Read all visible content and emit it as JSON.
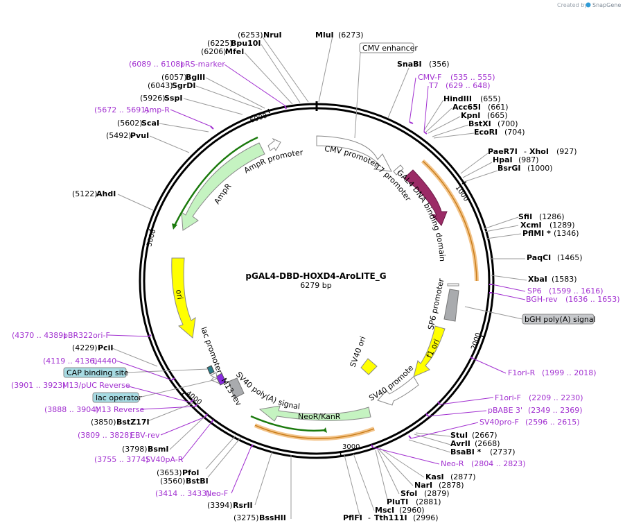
{
  "credit": {
    "prefix": "Created by",
    "brand": "SnapGene"
  },
  "plasmid": {
    "name": "pGAL4-DBD-HOXD4-AroLITE_G",
    "size_label": "6279 bp"
  },
  "ticks": [
    "1000",
    "2000",
    "3000",
    "4000",
    "5000",
    "6000"
  ],
  "features": [
    {
      "id": "cmv-promoter",
      "label": "CMV promoter"
    },
    {
      "id": "t7-promoter",
      "label": "T7 promoter"
    },
    {
      "id": "gal4-dbd",
      "label": "GAL4 DNA binding domain"
    },
    {
      "id": "sp6-promoter",
      "label": "SP6 promoter"
    },
    {
      "id": "f1-ori",
      "label": "f1 ori"
    },
    {
      "id": "sv40-promoter",
      "label": "SV40 promoter"
    },
    {
      "id": "sv40-ori",
      "label": "SV40 ori"
    },
    {
      "id": "neo-kan",
      "label": "NeoR/KanR"
    },
    {
      "id": "sv40-polya",
      "label": "SV40 poly(A) signal"
    },
    {
      "id": "m13-rev",
      "label": "M13 rev"
    },
    {
      "id": "lac-promoter",
      "label": "lac promoter"
    },
    {
      "id": "ori",
      "label": "ori"
    },
    {
      "id": "ampr",
      "label": "AmpR"
    },
    {
      "id": "ampr-promoter",
      "label": "AmpR promoter"
    }
  ],
  "boxed": [
    {
      "id": "cmv-enhancer",
      "label": "CMV enhancer"
    },
    {
      "id": "bgh-polya",
      "label": "bGH poly(A) signal"
    },
    {
      "id": "cap-site",
      "label": "CAP binding site"
    },
    {
      "id": "lac-operator",
      "label": "lac operator"
    }
  ],
  "primers": [
    {
      "name": "pRS-marker",
      "range": "(6089 .. 6108)"
    },
    {
      "name": "Amp-R",
      "range": "(5672 .. 5691)"
    },
    {
      "name": "CMV-F",
      "range": "(535 .. 555)"
    },
    {
      "name": "T7",
      "range": "(629 .. 648)"
    },
    {
      "name": "SP6",
      "range": "(1599 .. 1616)"
    },
    {
      "name": "BGH-rev",
      "range": "(1636 .. 1653)"
    },
    {
      "name": "F1ori-R",
      "range": "(1999 .. 2018)"
    },
    {
      "name": "F1ori-F",
      "range": "(2209 .. 2230)"
    },
    {
      "name": "pBABE 3'",
      "range": "(2349 .. 2369)"
    },
    {
      "name": "SV40pro-F",
      "range": "(2596 .. 2615)"
    },
    {
      "name": "Neo-R",
      "range": "(2804 .. 2823)"
    },
    {
      "name": "Neo-F",
      "range": "(3414 .. 3433)"
    },
    {
      "name": "SV40pA-R",
      "range": "(3755 .. 3774)"
    },
    {
      "name": "EBV-rev",
      "range": "(3809 .. 3828)"
    },
    {
      "name": "M13 Reverse",
      "range": "(3888 .. 3904)"
    },
    {
      "name": "M13/pUC Reverse",
      "range": "(3901 .. 3923)"
    },
    {
      "name": "L4440",
      "range": "(4119 .. 4136)"
    },
    {
      "name": "pBR322ori-F",
      "range": "(4370 .. 4389)"
    }
  ],
  "sites": [
    {
      "name": "NruI",
      "pos": "(6253)"
    },
    {
      "name": "Bpu10I",
      "pos": "(6225)"
    },
    {
      "name": "MfeI",
      "pos": "(6206)"
    },
    {
      "name": "BglII",
      "pos": "(6057)"
    },
    {
      "name": "SgrDI",
      "pos": "(6043)"
    },
    {
      "name": "SspI",
      "pos": "(5926)"
    },
    {
      "name": "ScaI",
      "pos": "(5602)"
    },
    {
      "name": "PvuI",
      "pos": "(5492)"
    },
    {
      "name": "AhdI",
      "pos": "(5122)"
    },
    {
      "name": "MluI",
      "pos": "(6273)"
    },
    {
      "name": "SnaBI",
      "pos": "(356)"
    },
    {
      "name": "HindIII",
      "pos": "(655)"
    },
    {
      "name": "Acc65I",
      "pos": "(661)"
    },
    {
      "name": "KpnI",
      "pos": "(665)"
    },
    {
      "name": "BstXI",
      "pos": "(700)"
    },
    {
      "name": "EcoRI",
      "pos": "(704)"
    },
    {
      "name": "PaeR7I",
      "pos": ""
    },
    {
      "name": "XhoI",
      "pos": "(927)"
    },
    {
      "name": "HpaI",
      "pos": "(987)"
    },
    {
      "name": "BsrGI",
      "pos": "(1000)"
    },
    {
      "name": "SfiI",
      "pos": "(1286)"
    },
    {
      "name": "XcmI",
      "pos": "(1289)"
    },
    {
      "name": "PflMI *",
      "pos": "(1346)"
    },
    {
      "name": "PaqCI",
      "pos": "(1465)"
    },
    {
      "name": "XbaI",
      "pos": "(1583)"
    },
    {
      "name": "StuI",
      "pos": "(2667)"
    },
    {
      "name": "AvrII",
      "pos": "(2668)"
    },
    {
      "name": "BsaBI *",
      "pos": "(2737)"
    },
    {
      "name": "KasI",
      "pos": "(2877)"
    },
    {
      "name": "NarI",
      "pos": "(2878)"
    },
    {
      "name": "SfoI",
      "pos": "(2879)"
    },
    {
      "name": "PluTI",
      "pos": "(2881)"
    },
    {
      "name": "MscI",
      "pos": "(2960)"
    },
    {
      "name": "PflFI",
      "pos": ""
    },
    {
      "name": "Tth111I",
      "pos": "(2996)"
    },
    {
      "name": "BssHII",
      "pos": "(3275)"
    },
    {
      "name": "RsrII",
      "pos": "(3394)"
    },
    {
      "name": "BstBI",
      "pos": "(3560)"
    },
    {
      "name": "PfoI",
      "pos": "(3653)"
    },
    {
      "name": "BsmI",
      "pos": "(3798)"
    },
    {
      "name": "BstZ17I",
      "pos": "(3850)"
    },
    {
      "name": "PciI",
      "pos": "(4229)"
    }
  ]
}
